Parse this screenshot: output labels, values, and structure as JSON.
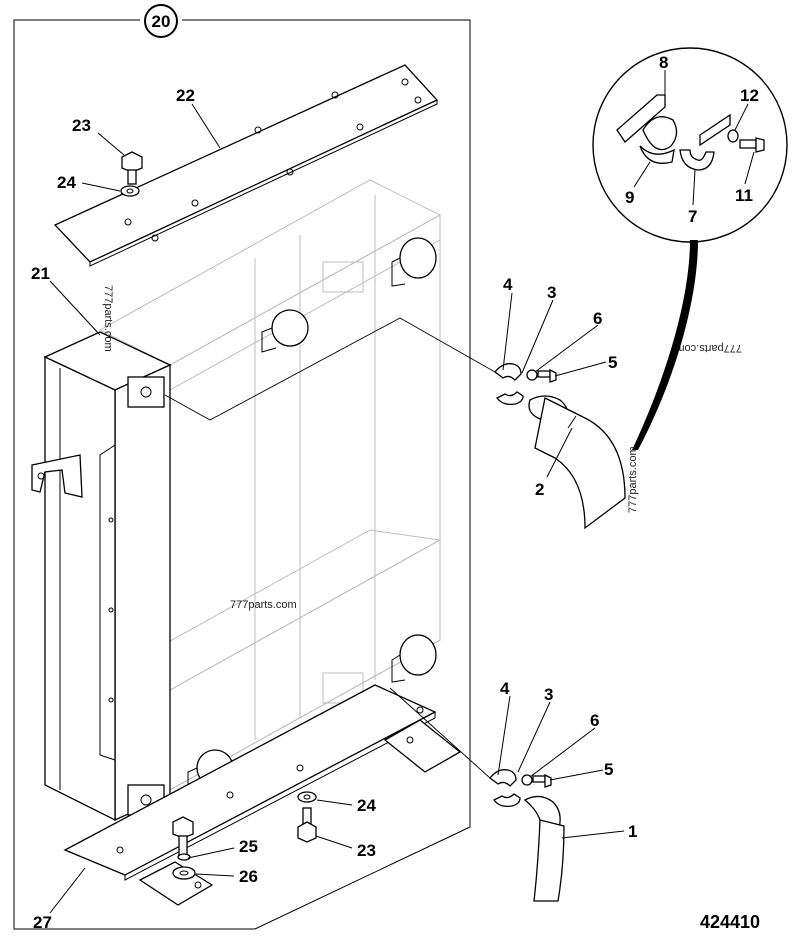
{
  "callouts": {
    "group": "20",
    "n1": "1",
    "n2": "2",
    "n3a": "3",
    "n3b": "3",
    "n4a": "4",
    "n4b": "4",
    "n5a": "5",
    "n5b": "5",
    "n6a": "6",
    "n6b": "6",
    "n7": "7",
    "n8": "8",
    "n9": "9",
    "n11": "11",
    "n12": "12",
    "n21": "21",
    "n22": "22",
    "n23a": "23",
    "n23b": "23",
    "n24a": "24",
    "n24b": "24",
    "n25": "25",
    "n26": "26",
    "n27": "27"
  },
  "watermarks": {
    "center": "777parts.com",
    "left": "777parts.com",
    "hose": "777parts.com",
    "detail": "777parts.com"
  },
  "drawing_number": "424410"
}
